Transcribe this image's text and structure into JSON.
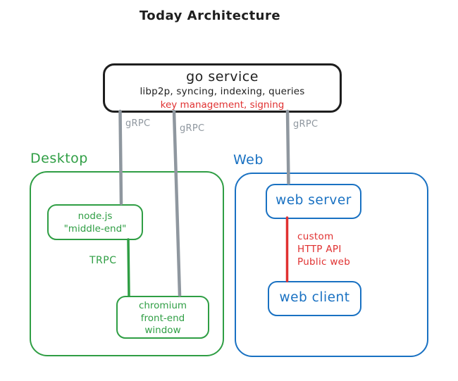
{
  "title": "Today Architecture",
  "colors": {
    "ink": "#1e1e1e",
    "green": "#2f9e44",
    "blue": "#1971c2",
    "red": "#e03131",
    "gray": "#8f979f"
  },
  "go_service": {
    "name": "go service",
    "features": "libp2p, syncing, indexing, queries",
    "security": "key management, signing"
  },
  "links": {
    "grpc1": "gRPC",
    "grpc2": "gRPC",
    "grpc3": "gRPC",
    "trpc": "TRPC",
    "http_line1": "custom",
    "http_line2": "HTTP API",
    "http_line3": "Public web"
  },
  "desktop": {
    "label": "Desktop",
    "nodejs_line1": "node.js",
    "nodejs_line2": "\"middle-end\"",
    "chromium_line1": "chromium",
    "chromium_line2": "front-end",
    "chromium_line3": "window"
  },
  "web": {
    "label": "Web",
    "server": "web server",
    "client": "web client"
  }
}
